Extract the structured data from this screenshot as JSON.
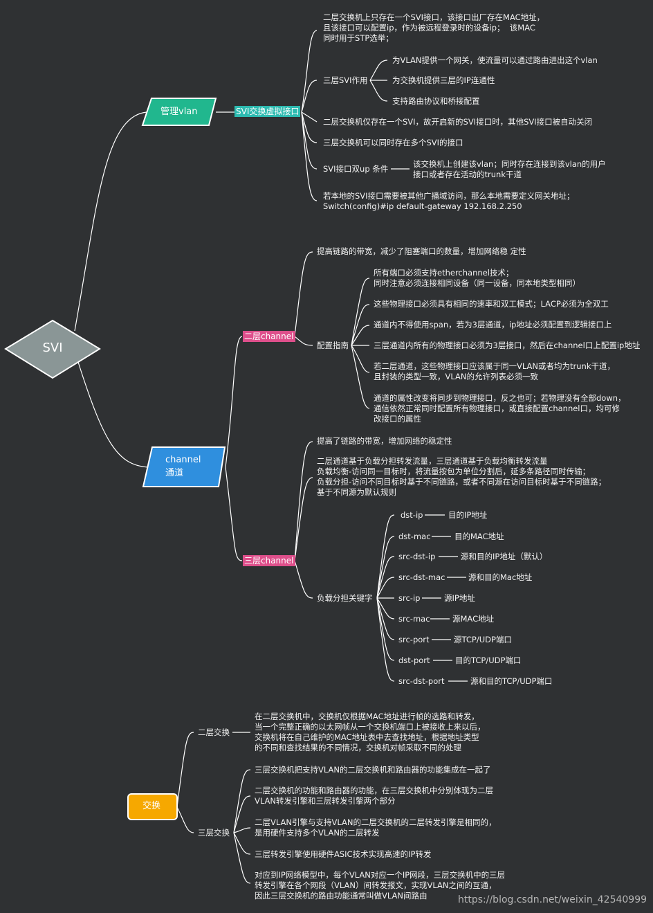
{
  "root": {
    "label": "SVI"
  },
  "branches": {
    "mgmt": {
      "label": "管理vlan",
      "color": "#21b78e"
    },
    "channel": {
      "label_line1": "channel",
      "label_line2": "通道",
      "color": "#2f8fde"
    },
    "switch": {
      "label": "交换",
      "color": "#f6a800"
    }
  },
  "svi_interface": {
    "label": "SVI交换虚拟接口",
    "item1": "二层交换机上只存在一个SVI接口，该接口出厂存在MAC地址，\n且该接口可以配置ip，作为被远程登录时的设备ip；  该MAC\n同时用于STP选举；",
    "l3_role": {
      "label": "三层SVI作用",
      "items": [
        "为VLAN提供一个网关，使流量可以通过路由进出这个vlan",
        "为交换机提供三层的IP连通性",
        "支持路由协议和桥接配置"
      ]
    },
    "item3": "二层交换机仅存在一个SVI，故开启新的SVI接口时，其他SVI接口被自动关闭",
    "item4": "三层交换机可以同时存在多个SVI的接口",
    "up_cond": {
      "label": "SVI接口双up 条件",
      "detail": "该交换机上创建该vlan；同时存在连接到该vlan的用户\n接口或者存在活动的trunk干道"
    },
    "item6": "若本地的SVI接口需要被其他广播域访问，那么本地需要定义网关地址；\nSwitch(config)#ip default-gateway 192.168.2.250"
  },
  "l2_channel": {
    "label": "二层channel",
    "item1": "提高链路的带宽，减少了阻塞端口的数量，增加网络稳 定性",
    "config_guide": {
      "label": "配置指南",
      "items": [
        "所有端口必须支持etherchannel技术；\n同时注意必须连接相同设备（同一设备，同本地类型相同）",
        "这些物理接口必须具有相同的速率和双工模式；LACP必须为全双工",
        "通道内不得使用span，若为3层通道，ip地址必须配置到逻辑接口上",
        "三层通道内所有的物理接口必须为3层接口，然后在channel口上配置ip地址",
        "若二层通道，这些物理接口应该属于同一VLAN或者均为trunk干道，\n且封装的类型一致，VLAN的允许列表必须一致",
        "通道的属性改变将同步到物理接口，反之也可；若物理没有全部down，\n通信依然正常同时配置所有物理接口，或直接配置channel口，均可修\n改接口的属性"
      ]
    }
  },
  "l3_channel": {
    "label": "三层channel",
    "item1": "提高了链路的带宽，增加网络的稳定性",
    "item2": "二层通道基于负载分担转发流量，三层通道基于负载均衡转发流量\n负载均衡-访问同一目标时，将流量按包为单位分割后，延多条路径同时传输；\n负载分担-访问不同目标时基于不同链路，或者不同源在访问目标时基于不同链路；\n基于不同源为默认规则",
    "lb_keyword": {
      "label": "负载分担关键字",
      "items": [
        {
          "k": "dst-ip",
          "v": "目的IP地址"
        },
        {
          "k": "dst-mac",
          "v": "目的MAC地址"
        },
        {
          "k": "src-dst-ip",
          "v": "源和目的IP地址（默认）"
        },
        {
          "k": "src-dst-mac",
          "v": "源和目的Mac地址"
        },
        {
          "k": "src-ip",
          "v": "源IP地址"
        },
        {
          "k": "src-mac",
          "v": "源MAC地址"
        },
        {
          "k": "src-port",
          "v": "源TCP/UDP端口"
        },
        {
          "k": "dst-port",
          "v": "目的TCP/UDP端口"
        },
        {
          "k": "src-dst-port",
          "v": "源和目的TCP/UDP端口"
        }
      ]
    }
  },
  "l2_switch": {
    "label": "二层交换",
    "detail": "在二层交换机中，交换机仅根据MAC地址进行帧的选路和转发，\n当一个完整正确的以太网帧从一个交换机端口上被接收上来以后，\n交换机将在自己维护的MAC地址表中去查找地址，根据地址类型\n的不同和查找结果的不同情况，交换机对帧采取不同的处理"
  },
  "l3_switch": {
    "label": "三层交换",
    "items": [
      "三层交换机把支持VLAN的二层交换机和路由器的功能集成在一起了",
      "二层交换机的功能和路由器的功能，在三层交换机中分别体现为二层\nVLAN转发引擎和三层转发引擎两个部分",
      "二层VLAN引擎与支持VLAN的二层交换机的二层转发引擎是相同的，\n是用硬件支持多个VLAN的二层转发",
      "三层转发引擎使用硬件ASIC技术实现高速的IP转发",
      "对应到IP网络模型中，每个VLAN对应一个IP网段，三层交换机中的三层\n转发引擎在各个网段（VLAN）间转发报文，实现VLAN之间的互通，\n因此三层交换机的路由功能通常叫做VLAN间路由"
    ]
  },
  "watermark": "https://blog.csdn.net/weixin_42540999"
}
